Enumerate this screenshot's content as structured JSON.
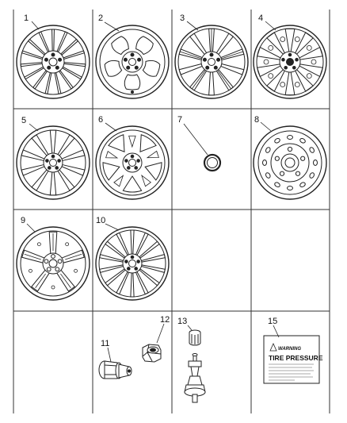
{
  "callouts": {
    "c1": "1",
    "c2": "2",
    "c3": "3",
    "c4": "4",
    "c5": "5",
    "c6": "6",
    "c7": "7",
    "c8": "8",
    "c9": "9",
    "c10": "10",
    "c11": "11",
    "c12": "12",
    "c13": "13",
    "c15": "15"
  },
  "label": {
    "warning": "WARNING",
    "title": "TIRE PRESSURE"
  },
  "colors": {
    "line": "#222222",
    "background": "#ffffff"
  }
}
